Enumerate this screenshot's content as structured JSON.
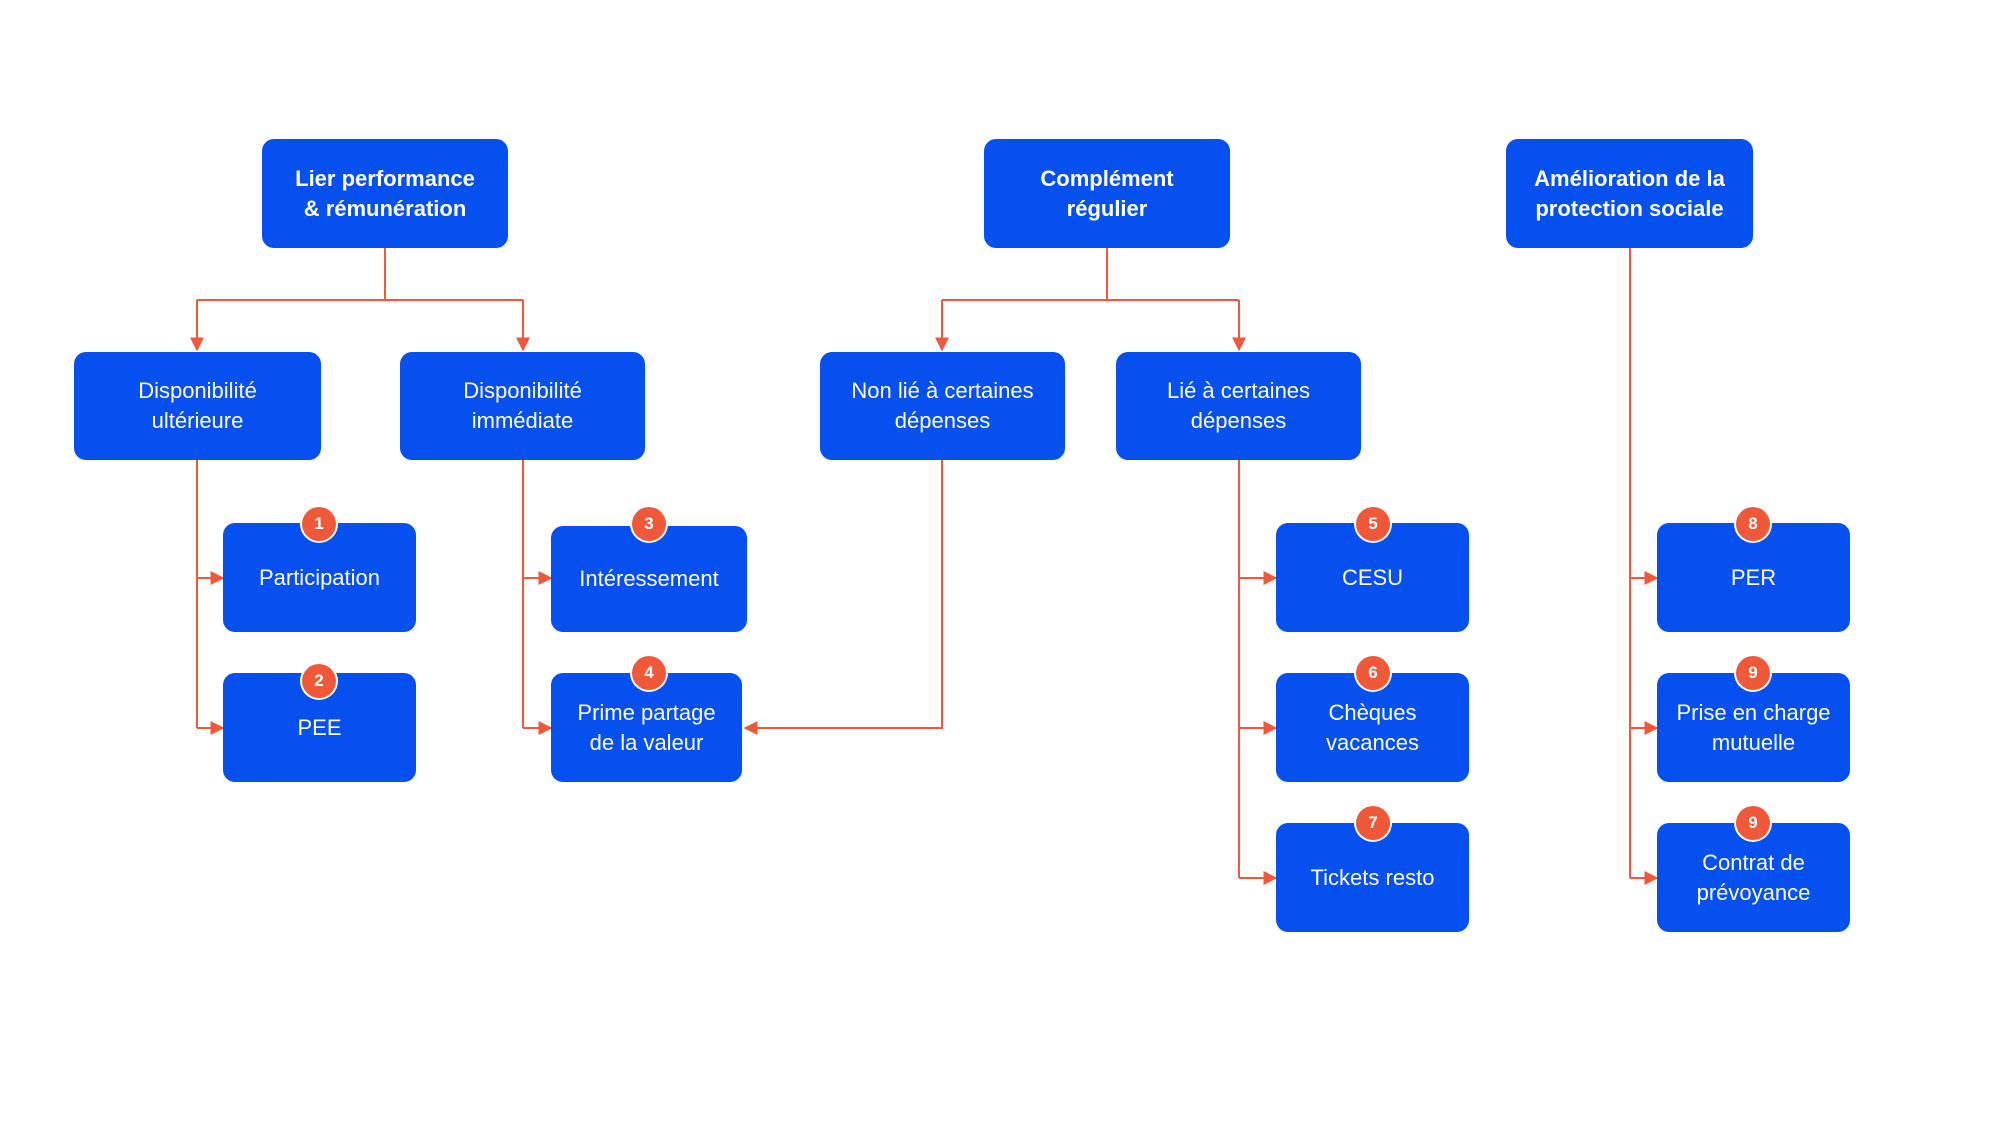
{
  "colors": {
    "box": "#0650f0",
    "connector": "#f0583a",
    "badge": "#f0583a",
    "text": "#ffffff"
  },
  "diagram": {
    "top": [
      {
        "label": "Lier performance\n& rémunération"
      },
      {
        "label": "Complément\nrégulier"
      },
      {
        "label": "Amélioration de la\nprotection sociale"
      }
    ],
    "mid": [
      {
        "label": "Disponibilité\nultérieure"
      },
      {
        "label": "Disponibilité\nimmédiate"
      },
      {
        "label": "Non lié à certaines\ndépenses"
      },
      {
        "label": "Lié à certaines\ndépenses"
      }
    ],
    "leaves": [
      {
        "label": "Participation",
        "badge": "1"
      },
      {
        "label": "PEE",
        "badge": "2"
      },
      {
        "label": "Intéressement",
        "badge": "3"
      },
      {
        "label": "Prime partage\nde la valeur",
        "badge": "4"
      },
      {
        "label": "CESU",
        "badge": "5"
      },
      {
        "label": "Chèques\nvacances",
        "badge": "6"
      },
      {
        "label": "Tickets resto",
        "badge": "7"
      },
      {
        "label": "PER",
        "badge": "8"
      },
      {
        "label": "Prise en charge\nmutuelle",
        "badge": "9"
      },
      {
        "label": "Contrat de\nprévoyance",
        "badge": "9"
      }
    ]
  }
}
